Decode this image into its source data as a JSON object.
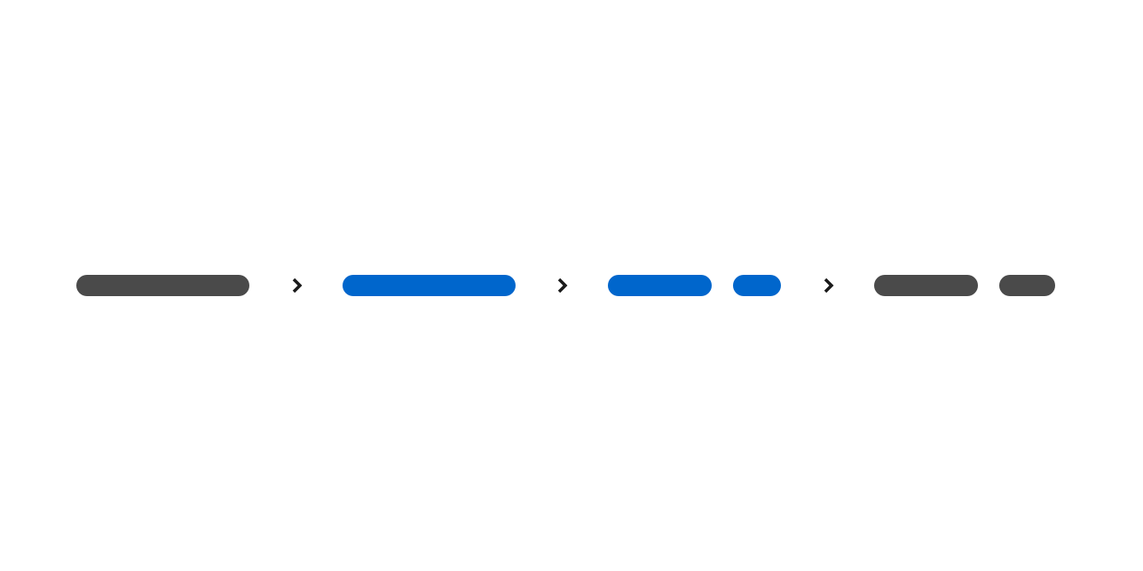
{
  "breadcrumb": {
    "colors": {
      "inactive": "#4a4a4a",
      "active": "#0066cc",
      "separator": "#1a1a1a"
    },
    "separator_icon": "chevron-right-icon",
    "items": [
      {
        "state": "inactive",
        "bars": 1
      },
      {
        "state": "active",
        "bars": 1
      },
      {
        "state": "active",
        "bars": 2
      },
      {
        "state": "inactive",
        "bars": 2
      }
    ]
  }
}
